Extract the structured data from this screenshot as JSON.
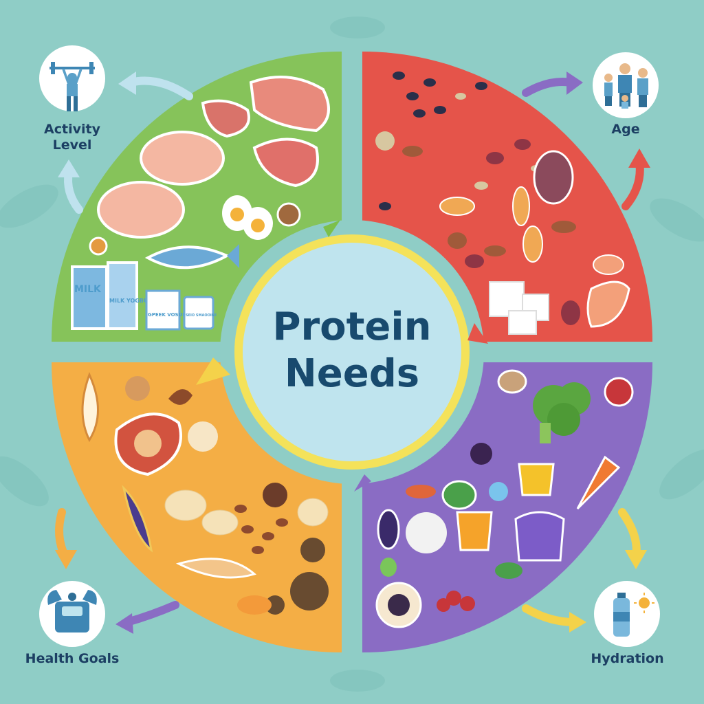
{
  "center": {
    "title_line1": "Protein",
    "title_line2": "Needs"
  },
  "factors": [
    {
      "label_line1": "Activity",
      "label_line2": "Level",
      "icon": "weightlifter-icon"
    },
    {
      "label_line1": "Age",
      "label_line2": "",
      "icon": "family-icon"
    },
    {
      "label_line1": "Health Goals",
      "label_line2": "",
      "icon": "scale-icon"
    },
    {
      "label_line1": "Hydration",
      "label_line2": "",
      "icon": "water-bottle-sun-icon"
    }
  ],
  "quadrants": [
    {
      "name": "animal-protein",
      "color": "#86c35a",
      "packages": [
        "MILK",
        "MILK YOGBU",
        "GPEEK VOSUN",
        "SEIO SMAOOINE"
      ]
    },
    {
      "name": "legumes-nuts",
      "color": "#e5544a"
    },
    {
      "name": "grains-seeds",
      "color": "#f4ae45"
    },
    {
      "name": "vegetables-fruits",
      "color": "#8a6cc4"
    }
  ],
  "colors": {
    "background": "#8fcdc6",
    "ring": "#f4e25a",
    "center_fill": "#bfe4ee",
    "text": "#1c3f63"
  }
}
